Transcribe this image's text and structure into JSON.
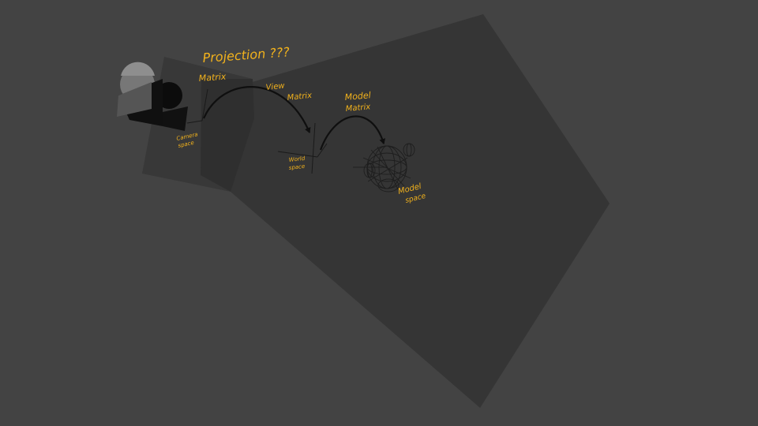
{
  "colors": {
    "background": "#434343",
    "frustum": "#353535",
    "near_plane": "#383838",
    "near_plane_side": "#2f2f2f",
    "annotation": "#f2b21c",
    "arrow": "#0f0f0f"
  },
  "annotations": {
    "projection": "Projection ???",
    "projection_matrix": "Matrix",
    "view_matrix_line1": "View",
    "view_matrix_line2": "Matrix",
    "model_matrix_line1": "Model",
    "model_matrix_line2": "Matrix",
    "camera_space_line1": "Camera",
    "camera_space_line2": "space",
    "world_space_line1": "World",
    "world_space_line2": "space",
    "model_space_line1": "Model",
    "model_space_line2": "space"
  },
  "objects": {
    "camera": "camera-icon",
    "model": "monkey-head-wireframe"
  }
}
